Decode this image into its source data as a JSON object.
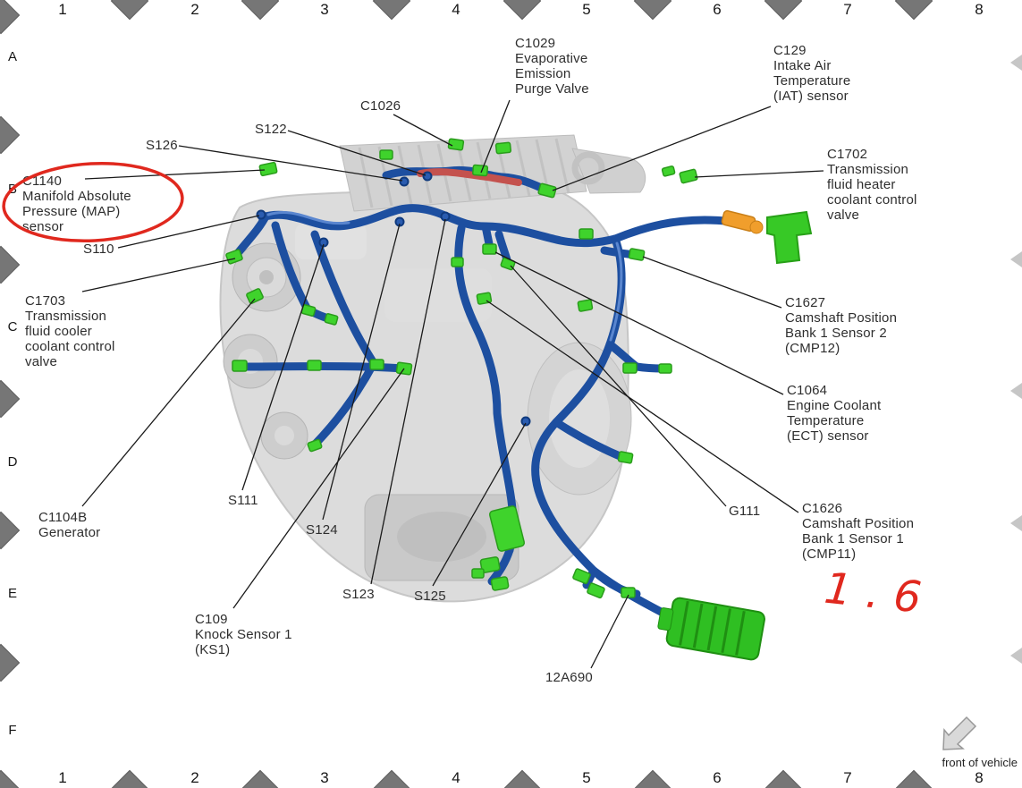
{
  "grid": {
    "columns": [
      "1",
      "2",
      "3",
      "4",
      "5",
      "6",
      "7",
      "8"
    ],
    "rows": [
      "A",
      "B",
      "C",
      "D",
      "E",
      "F"
    ]
  },
  "callouts": {
    "c1029": {
      "code": "C1029",
      "desc": "Evaporative\nEmission\nPurge Valve"
    },
    "c129": {
      "code": "C129",
      "desc": "Intake Air\nTemperature\n(IAT) sensor"
    },
    "c1026": {
      "code": "C1026"
    },
    "s122": {
      "code": "S122"
    },
    "s126": {
      "code": "S126"
    },
    "c1140": {
      "code": "C1140",
      "desc": "Manifold Absolute\nPressure (MAP)\nsensor"
    },
    "s110": {
      "code": "S110"
    },
    "c1703": {
      "code": "C1703",
      "desc": "Transmission\nfluid cooler\ncoolant control\nvalve"
    },
    "c1702": {
      "code": "C1702",
      "desc": "Transmission\nfluid heater\ncoolant control\nvalve"
    },
    "c1627": {
      "code": "C1627",
      "desc": "Camshaft Position\nBank 1 Sensor 2\n(CMP12)"
    },
    "c1064": {
      "code": "C1064",
      "desc": "Engine Coolant\nTemperature\n(ECT) sensor"
    },
    "c1104b": {
      "code": "C1104B",
      "desc": "Generator"
    },
    "s111": {
      "code": "S111"
    },
    "s124": {
      "code": "S124"
    },
    "g111": {
      "code": "G111"
    },
    "c1626": {
      "code": "C1626",
      "desc": "Camshaft Position\nBank 1 Sensor 1\n(CMP11)"
    },
    "s123": {
      "code": "S123"
    },
    "s125": {
      "code": "S125"
    },
    "c109": {
      "code": "C109",
      "desc": "Knock Sensor 1\n(KS1)"
    },
    "12a690": {
      "code": "12A690"
    }
  },
  "annotations": {
    "handwritten_note": "1.6",
    "highlight_color": "#e0281e"
  },
  "footer": {
    "front_label": "front of vehicle"
  },
  "colors": {
    "harness_blue": "#1d4fa0",
    "harness_red_section": "#c4524e",
    "connector_green": "#3fd32c",
    "connector_orange": "#f09e2c",
    "engine_gray": "#dcdcdc"
  }
}
